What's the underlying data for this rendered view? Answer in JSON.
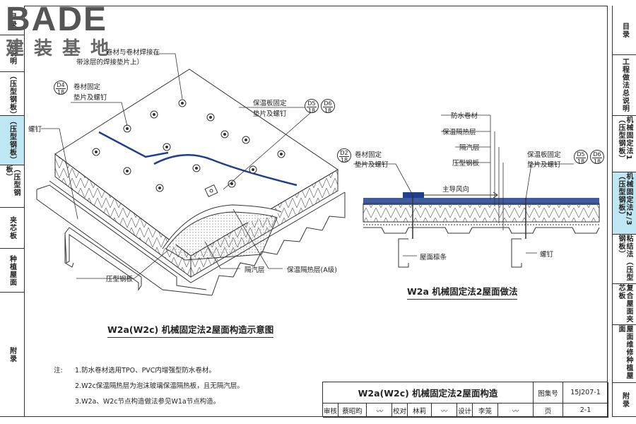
{
  "logo": {
    "text_top": "BADE",
    "text_bottom": "建装基地"
  },
  "left_sidebar": {
    "items": [
      {
        "label": "目录",
        "h": 42
      },
      {
        "label": "总说明",
        "h": 52
      },
      {
        "label": "（压型钢板）",
        "h": 62
      },
      {
        "label": "（压型钢板）",
        "h": 70,
        "active": true
      },
      {
        "label": "（压型钢板）",
        "h": 60
      },
      {
        "label": "夹芯板",
        "h": 58
      },
      {
        "label": "种植屋面",
        "h": 62
      },
      {
        "label": "附录",
        "h": 176
      }
    ]
  },
  "right_sidebar": {
    "items": [
      {
        "label": "目录",
        "h": 70
      },
      {
        "label": "工程做法总说明",
        "h": 86
      },
      {
        "label": "机械固定法1（压型钢板）",
        "h": 80
      },
      {
        "label": "机械固定法2/3（压型钢板）",
        "h": 88,
        "active": true
      },
      {
        "label": "粘结法（压型钢板）",
        "h": 70
      },
      {
        "label": "复合屋面夹芯板",
        "h": 58
      },
      {
        "label": "屋面维修种植屋面",
        "h": 82
      },
      {
        "label": "附录",
        "h": 48
      }
    ]
  },
  "iso_labels": {
    "membrane_weld": "卷材与卷材焊接在",
    "membrane_weld2": "带涂层的焊接垫片上）",
    "fix_washer_1": "卷材固定",
    "fix_washer_2": "垫片及螺钉",
    "insul_washer_1": "保温板固定",
    "insul_washer_2": "垫片及螺钉",
    "screw": "螺钉",
    "deck": "压型钢板",
    "vapor": "隔汽层",
    "insulation": "保温隔热层(A级)"
  },
  "refs": {
    "d4": {
      "top": "D4",
      "bottom": "18"
    },
    "d5": {
      "top": "D5",
      "bottom": "18"
    },
    "d6": {
      "top": "D6",
      "bottom": "18"
    },
    "d2": {
      "top": "D2",
      "bottom": "18"
    }
  },
  "section_labels": {
    "waterproof": "防水卷材",
    "insulation": "保温隔热层",
    "vapor": "隔汽层",
    "deck": "压型钢板",
    "fix_1": "卷材固定",
    "fix_2": "垫片及螺钉",
    "insul_fix_1": "保温板固定",
    "insul_fix_2": "垫片及螺钉",
    "wind": "主导风向",
    "purlin": "屋面檩条",
    "screw": "螺钉"
  },
  "captions": {
    "iso": "W2a(W2c) 机械固定法2屋面构造示意图",
    "section": "W2a 机械固定法2屋面做法"
  },
  "notes": {
    "head": "注:",
    "n1": "1.防水卷材选用TPO、PVC内增强型防水卷材。",
    "n2": "2.W2c保温隔热层为泡沫玻璃保温隔热板，且无隔汽层。",
    "n3": "3.W2a、W2c节点构造做法参见W1a节点构造。"
  },
  "title_block": {
    "title": "W2a(W2c) 机械固定法2屋面构造",
    "atlas_label": "图集号",
    "atlas_no": "15J207-1",
    "review": "审核",
    "reviewer": "蔡昭昀",
    "check": "校对",
    "checker": "林莉",
    "design": "设计",
    "designer": "李笼",
    "page_label": "页",
    "page_no": "2-1"
  },
  "colors": {
    "membrane": "#1f3f8f",
    "active_tab": "#bfe6f3",
    "line": "#333333"
  }
}
